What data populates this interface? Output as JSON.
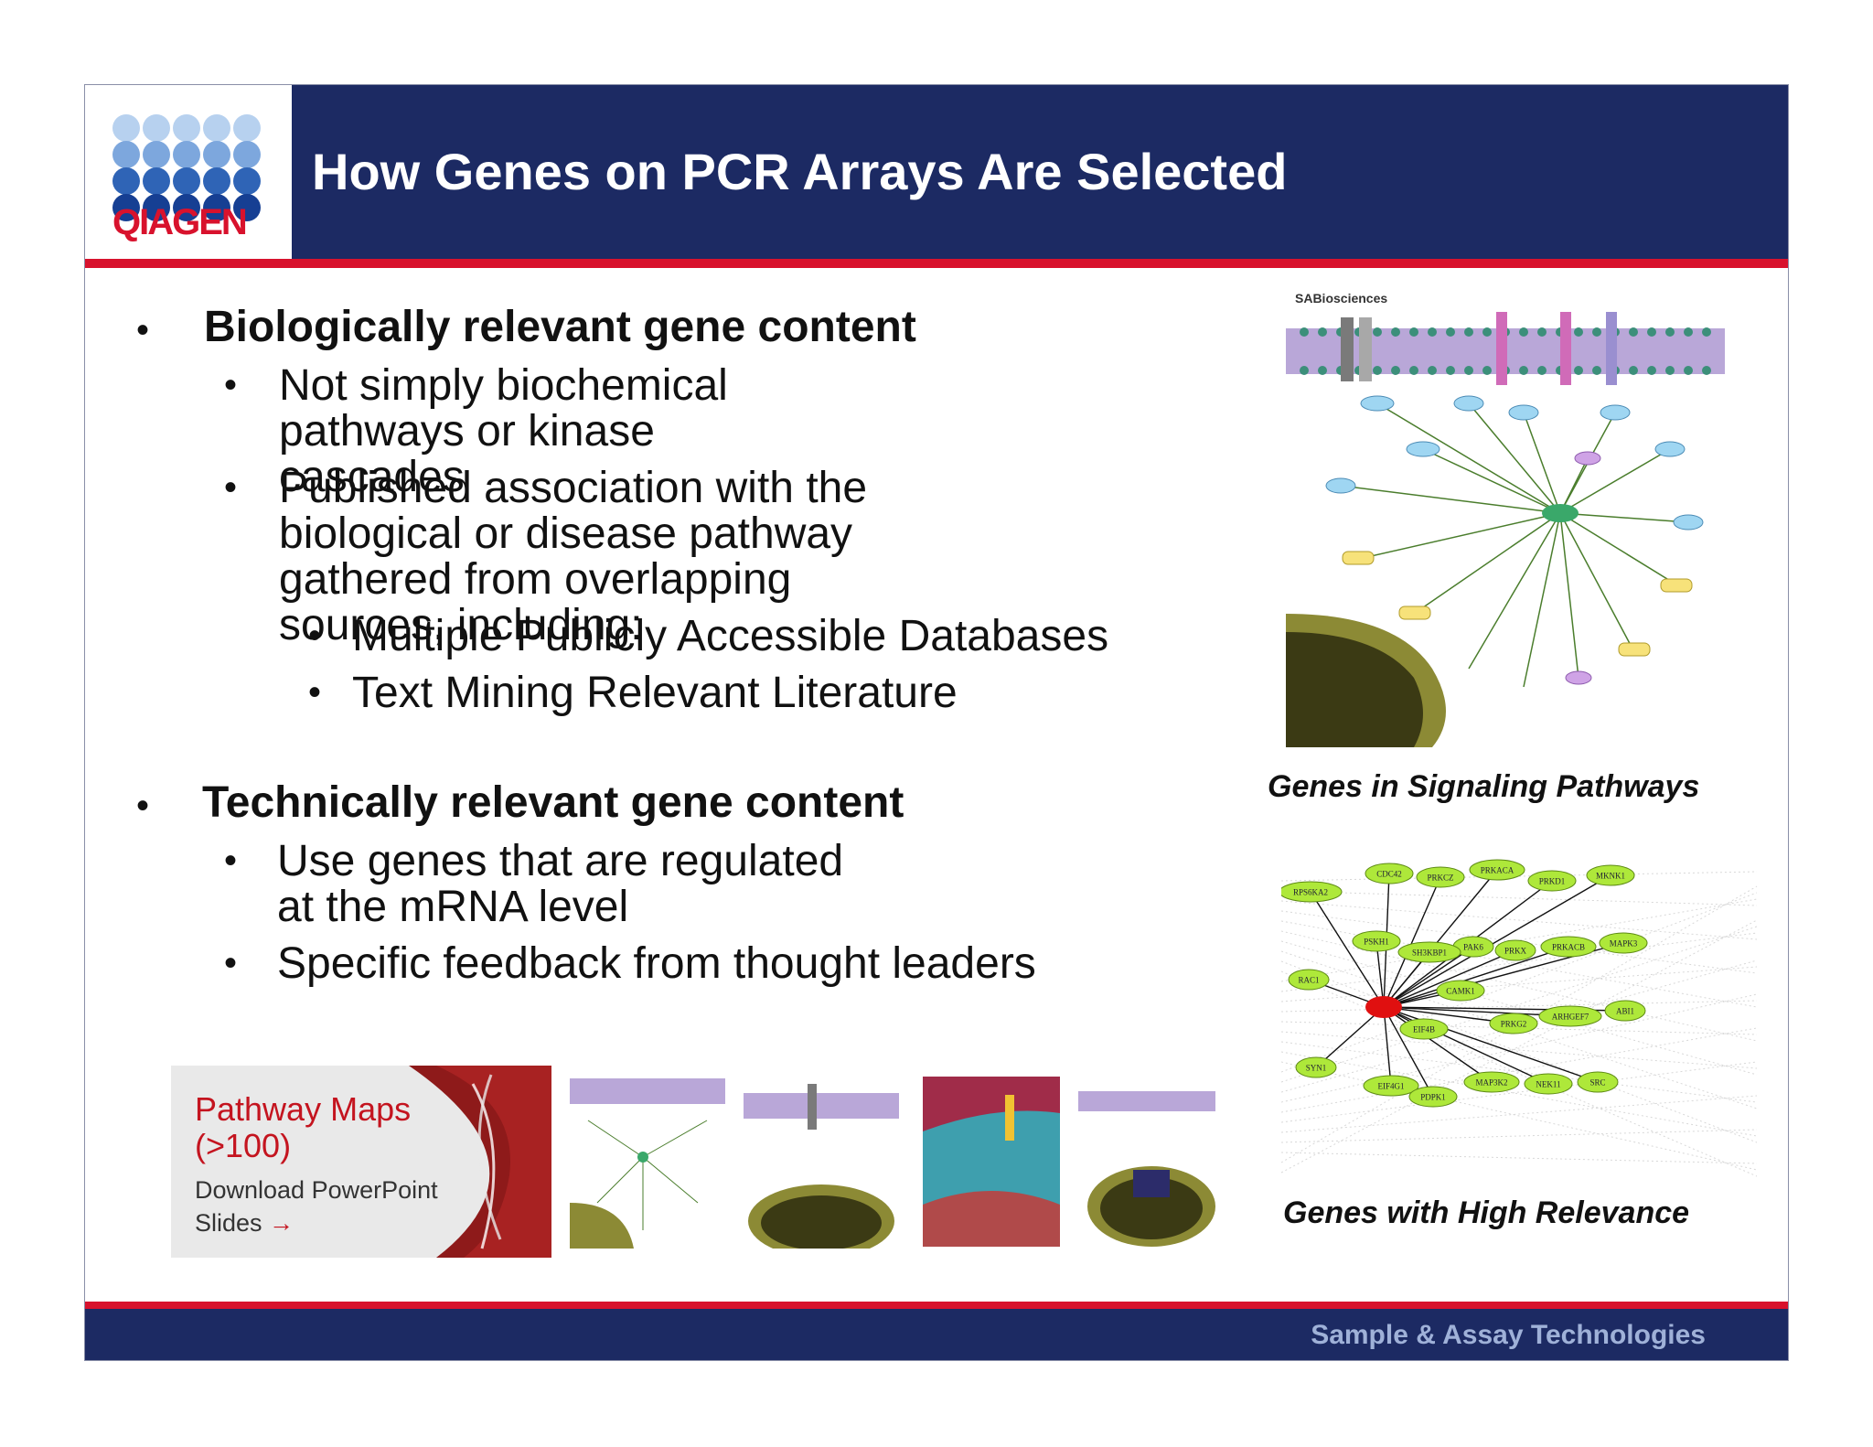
{
  "header": {
    "logo_text": "QIAGEN",
    "title": "How Genes on PCR Arrays Are Selected"
  },
  "content": {
    "section1": {
      "heading": "Biologically relevant gene content",
      "items": [
        "Not simply biochemical pathways or kinase cascades",
        "Published association with the biological or disease pathway gathered from overlapping sources, including:"
      ],
      "subitems": [
        "Multiple Publicly Accessible Databases",
        "Text Mining Relevant Literature"
      ]
    },
    "section2": {
      "heading": "Technically relevant gene content",
      "items": [
        "Use genes that are regulated at the mRNA level",
        "Specific feedback from thought leaders"
      ]
    }
  },
  "figures": {
    "pathway_brand": "SABiosciences",
    "caption1": "Genes in Signaling Pathways",
    "caption2": "Genes with High Relevance",
    "network_nodes": [
      "CDC42",
      "PRKCZ",
      "PRKACA",
      "PRKD1",
      "MKNK1",
      "RPS6KA2",
      "PAK6",
      "PSKH1",
      "SH3KBP1",
      "PRKX",
      "PRKACB",
      "MAPK3",
      "RAC1",
      "CAMK1",
      "PRKG2",
      "ARHGEF7",
      "ABI1",
      "EIF4B",
      "SYN1",
      "EIF4G1",
      "PDPK1",
      "MAP3K2",
      "NEK11",
      "SRC"
    ]
  },
  "promo": {
    "title": "Pathway Maps (>100)",
    "subtitle": "Download PowerPoint Slides",
    "arrow": "→"
  },
  "footer": {
    "text": "Sample & Assay Technologies"
  },
  "colors": {
    "navy": "#1c2a63",
    "red": "#d8122d",
    "node_green": "#aee83a",
    "hub_red": "#e01010"
  }
}
